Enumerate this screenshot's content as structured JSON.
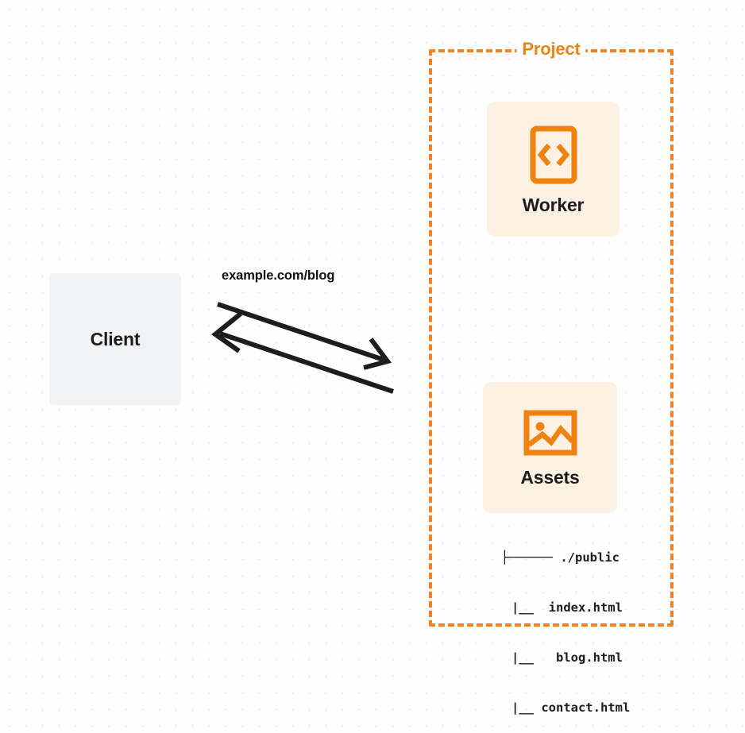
{
  "diagram": {
    "type": "architecture-flow",
    "background": {
      "style": "dot-grid",
      "dot_color": "#ebebec",
      "page_color": "#fefefe"
    },
    "colors": {
      "accent_orange": "#f6821f",
      "card_cream": "#fdf1e4",
      "client_gray": "#f2f3f4",
      "text_dark": "#1d1d1d"
    }
  },
  "client": {
    "label": "Client",
    "icon": "client-box"
  },
  "connection": {
    "label": "example.com/blog",
    "request_direction": "client-to-project",
    "response_direction": "project-to-client"
  },
  "project": {
    "title": "Project",
    "border_style": "dashed",
    "border_color": "#f6821f",
    "nodes": [
      {
        "label": "Worker",
        "icon": "code-document-icon"
      },
      {
        "label": "Assets",
        "icon": "image-picture-icon"
      }
    ]
  },
  "file_tree": {
    "lines": [
      "├────── ./public",
      "      |__  index.html",
      "      |__   blog.html",
      "      |__ contact.html"
    ],
    "root": "./public",
    "files": [
      "index.html",
      "blog.html",
      "contact.html"
    ]
  }
}
